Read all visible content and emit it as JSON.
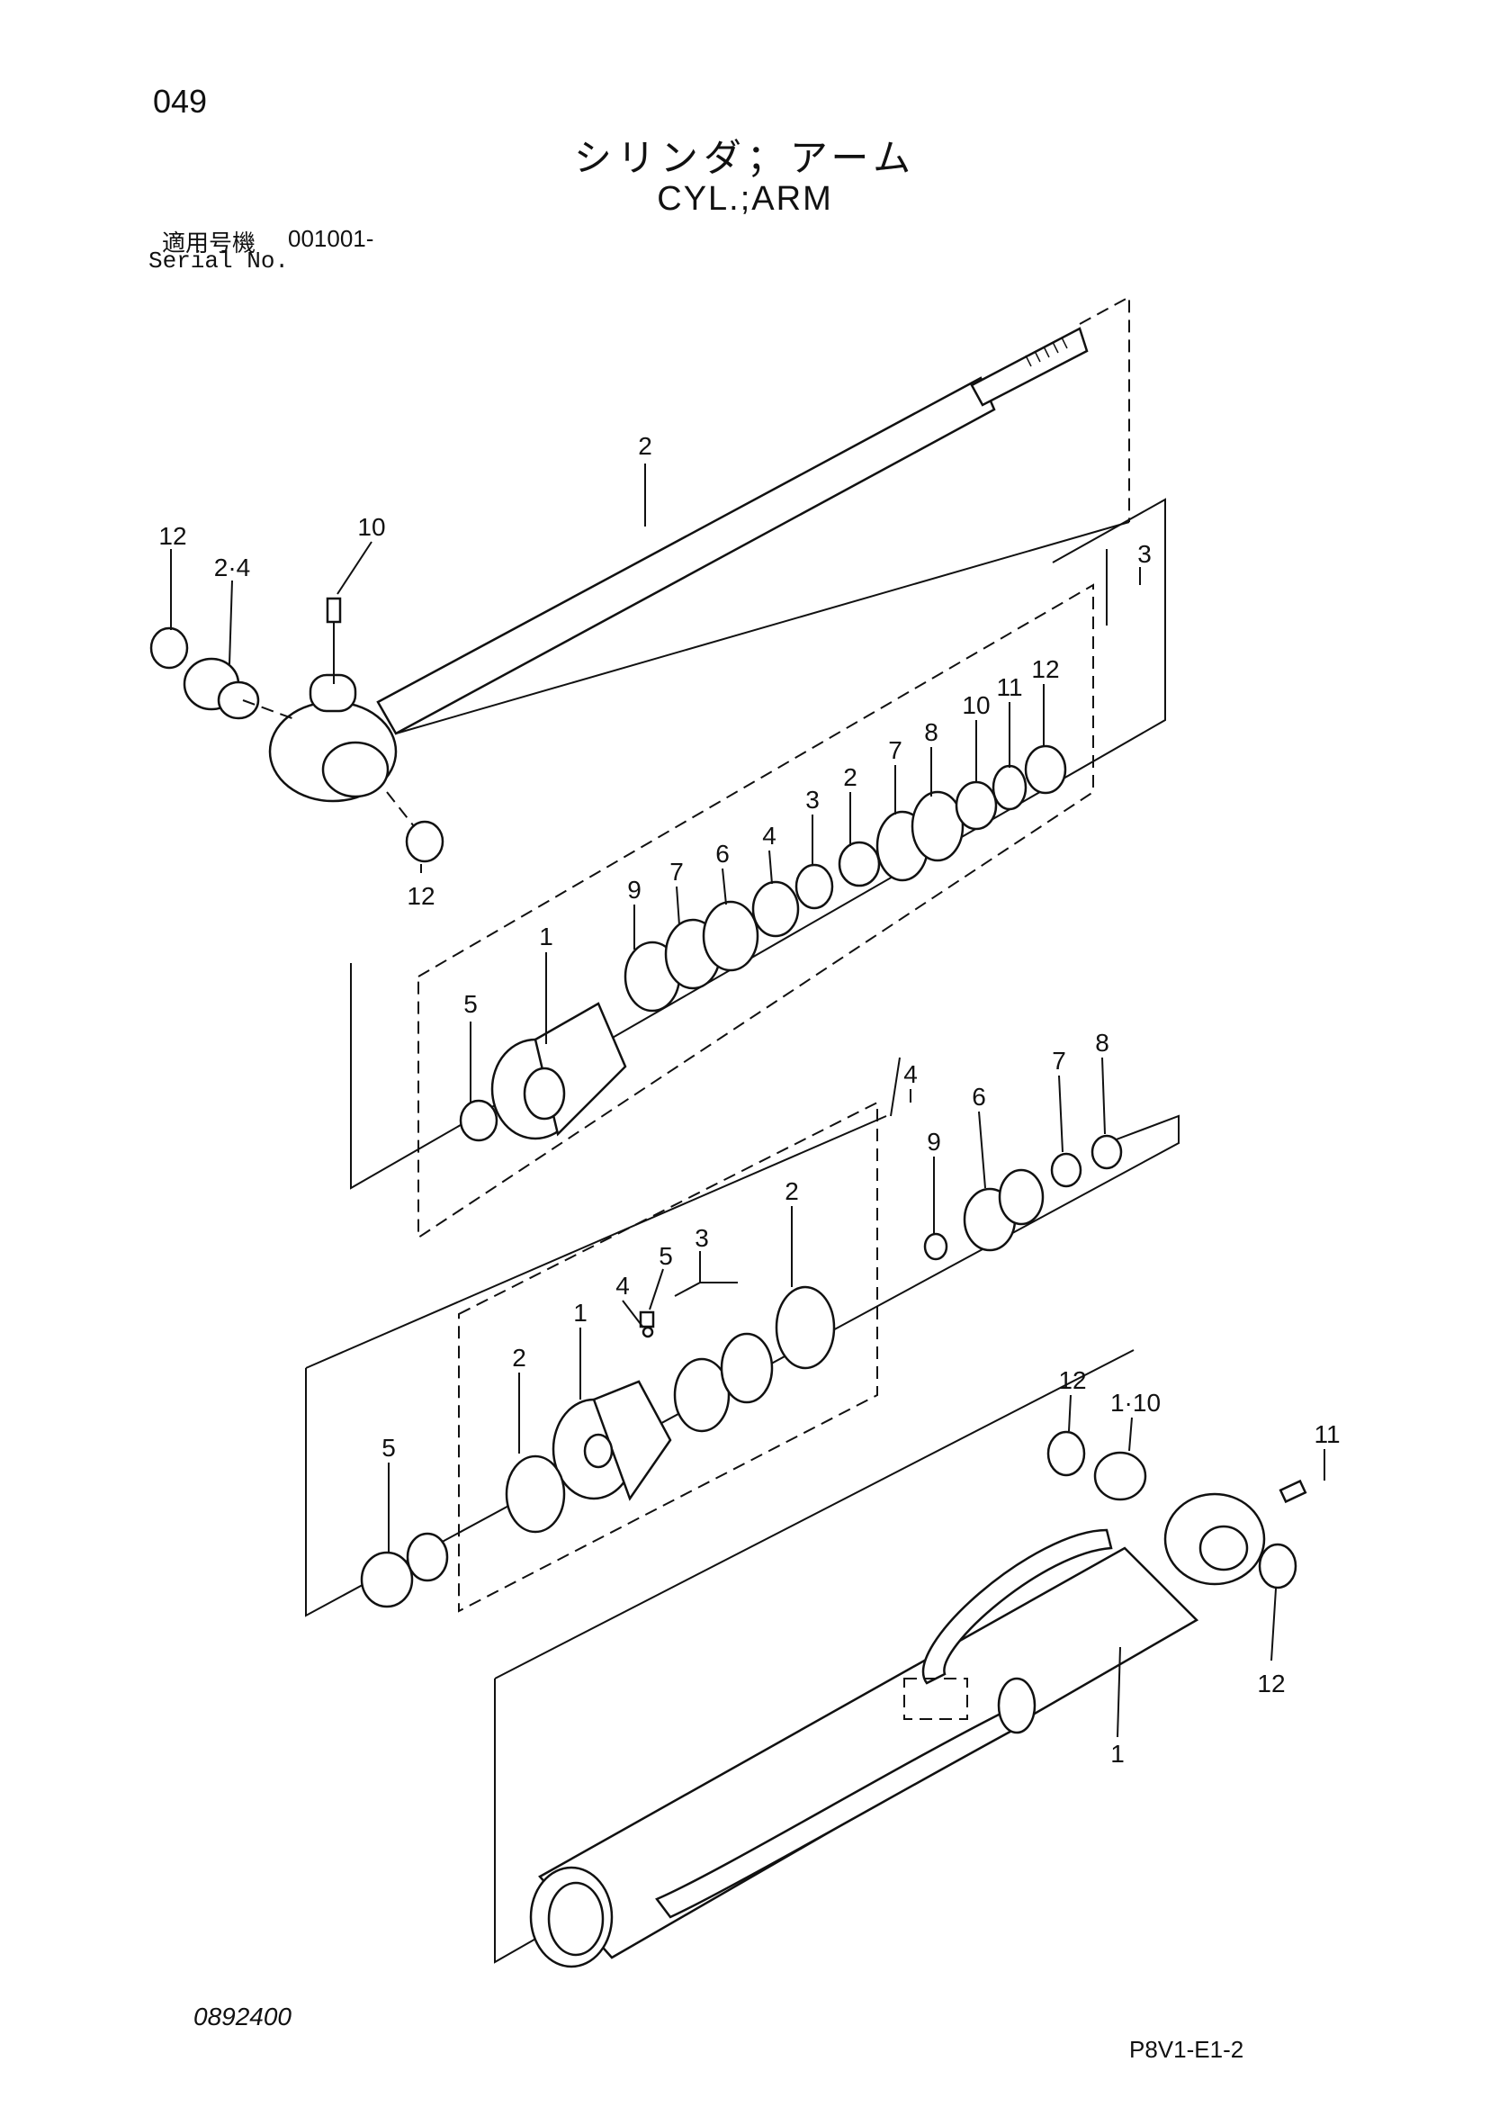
{
  "header": {
    "page_number": "049",
    "title_ja": "シリンダ；アーム",
    "title_en": "CYL.;ARM",
    "serial_label_ja": "適用号機",
    "serial_value": "001001-",
    "serial_label_en": "Serial No."
  },
  "footer": {
    "drawing_number": "0892400",
    "page_code": "P8V1-E1-2"
  },
  "callouts": {
    "top_rod": {
      "rod": "2",
      "grease_fitting": "10",
      "seal": "12",
      "bushing": "2·4",
      "seal_lower": "12"
    },
    "seal_kit_3": {
      "group": "3",
      "parts": [
        "5",
        "1",
        "9",
        "7",
        "6",
        "4",
        "3",
        "2",
        "7",
        "8",
        "10",
        "11",
        "12"
      ]
    },
    "piston_kit_4": {
      "group": "4",
      "parts": [
        "2",
        "1",
        "4",
        "5",
        "3",
        "2",
        "9",
        "6",
        "7",
        "8"
      ]
    },
    "tube": {
      "collar": "5",
      "tube": "1",
      "seal": "12",
      "bushing": "1·10",
      "grease_fitting": "11",
      "seal_lower": "12"
    }
  }
}
